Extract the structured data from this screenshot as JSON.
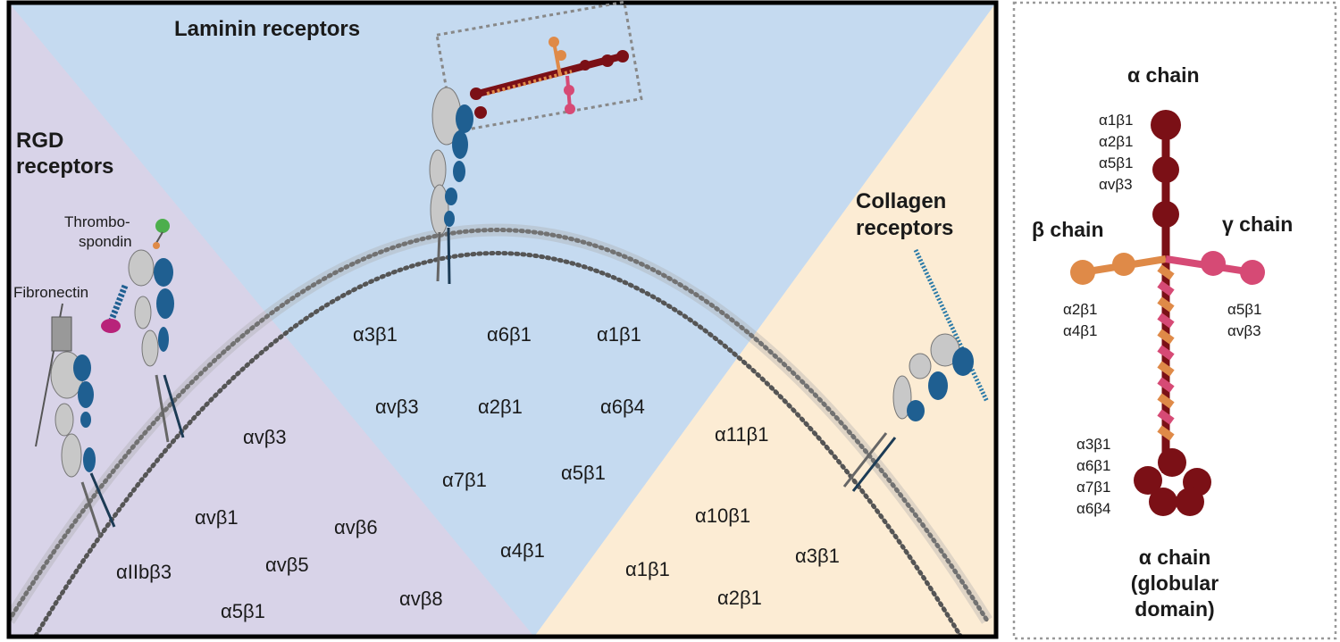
{
  "main_panel": {
    "sections": {
      "laminin": {
        "title": "Laminin receptors"
      },
      "rgd": {
        "title_lines": [
          "RGD",
          "receptors"
        ]
      },
      "collagen": {
        "title_lines": [
          "Collagen",
          "receptors"
        ]
      }
    },
    "ligand_labels": {
      "thrombospondin": [
        "Thrombo-",
        "spondin"
      ],
      "fibronectin": "Fibronectin"
    },
    "rgd_integrins": [
      "αvβ3",
      "αvβ1",
      "αvβ6",
      "αvβ5",
      "αIIbβ3",
      "αvβ8",
      "α5β1"
    ],
    "laminin_integrins": [
      "α3β1",
      "α6β1",
      "α1β1",
      "αvβ3",
      "α2β1",
      "α6β4",
      "α7β1",
      "α5β1",
      "α4β1"
    ],
    "collagen_integrins": [
      "α11β1",
      "α10β1",
      "α1β1",
      "α3β1",
      "α2β1"
    ]
  },
  "side_panel": {
    "alpha_chain_label": "α chain",
    "beta_chain_label": "β chain",
    "gamma_chain_label": "γ chain",
    "alpha_binders": [
      "α1β1",
      "α2β1",
      "α5β1",
      "αvβ3"
    ],
    "beta_binders": [
      "α2β1",
      "α4β1"
    ],
    "gamma_binders": [
      "α5β1",
      "αvβ3"
    ],
    "globular_binders": [
      "α3β1",
      "α6β1",
      "α7β1",
      "α6β4"
    ],
    "globular_label_lines": [
      "α chain",
      "(globular",
      "domain)"
    ]
  },
  "colors": {
    "rgd_bg": "#d8d3e8",
    "laminin_bg": "#c5daf0",
    "collagen_bg": "#fcecd4",
    "alpha_chain": "#7b1016",
    "beta_chain": "#df8a48",
    "gamma_chain": "#d64a75",
    "integrin_beta": "#1f5f91",
    "integrin_alpha": "#c8c8c8"
  }
}
